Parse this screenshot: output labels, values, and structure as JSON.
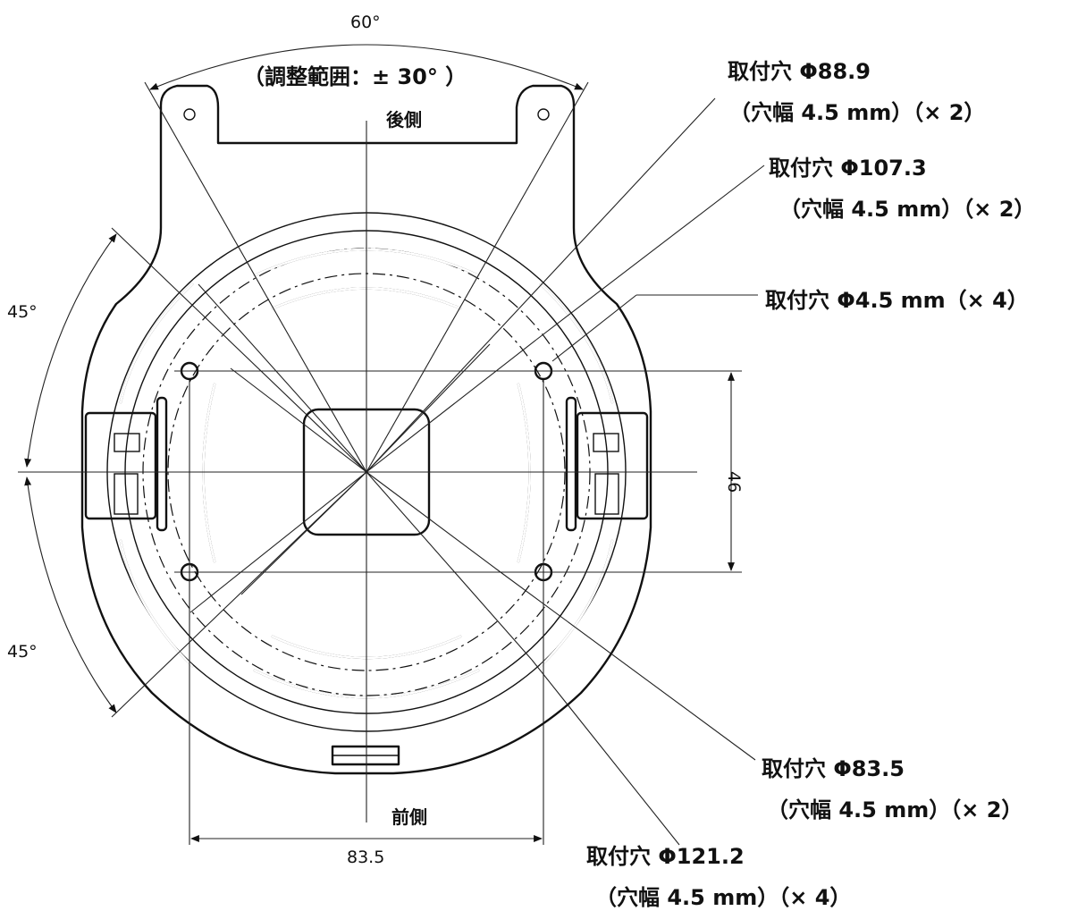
{
  "title_angle": {
    "value": "60°",
    "adjust_range": "（調整範囲：± 30° ）"
  },
  "side_labels": {
    "rear": "後側",
    "front": "前側"
  },
  "left_angles": {
    "upper": "45°",
    "lower": "45°"
  },
  "dimensions": {
    "horizontal": "83.5",
    "vertical": "46"
  },
  "callouts": [
    {
      "name": "hole-88-9",
      "line1": "取付穴 Φ88.9",
      "line2": "（穴幅 4.5 mm）（× 2）"
    },
    {
      "name": "hole-107-3",
      "line1": "取付穴 Φ107.3",
      "line2": "（穴幅 4.5 mm）（× 2）"
    },
    {
      "name": "hole-4-5",
      "line1": "取付穴 Φ4.5 mm（× 4）",
      "line2": ""
    },
    {
      "name": "hole-83-5",
      "line1": "取付穴 Φ83.5",
      "line2": "（穴幅 4.5 mm）（× 2）"
    },
    {
      "name": "hole-121-2",
      "line1": "取付穴 Φ121.2",
      "line2": "（穴幅 4.5 mm）（× 4）"
    }
  ]
}
